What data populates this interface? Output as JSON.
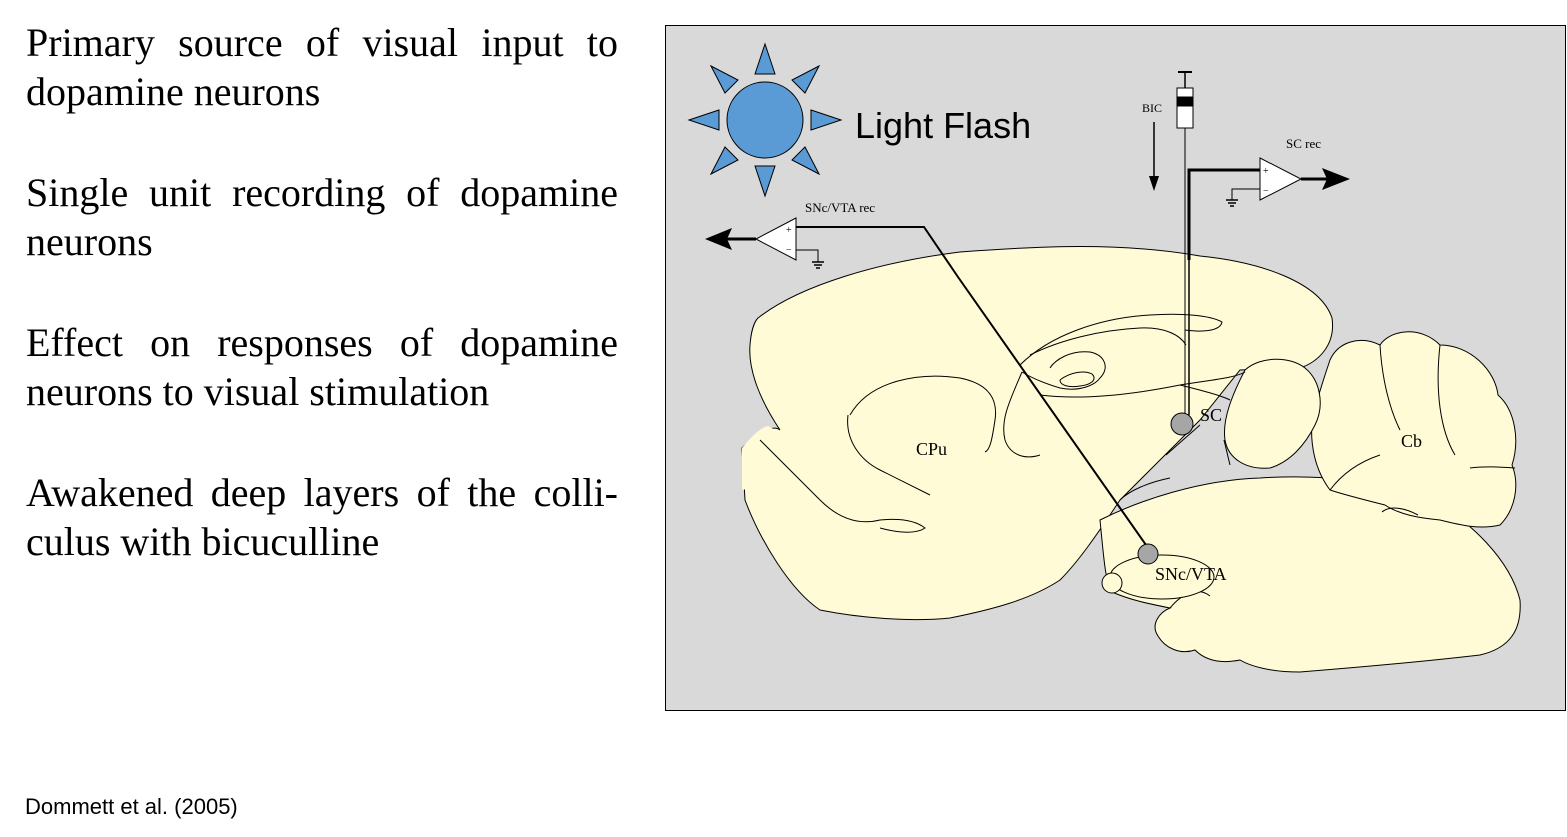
{
  "bullets": [
    "Primary source of visual input to dopamine neurons",
    "Single unit recording of dopamine neurons",
    "Effect on responses of dopamine neurons to visual stimulation",
    "Awakened deep layers of the colli-culus with bicuculline"
  ],
  "citation": "Dommett et al. (2005)",
  "diagram": {
    "stimulus_label": "Light Flash",
    "injection_label": "BIC",
    "sc_recording_label": "SC rec",
    "snc_recording_label": "SNc/VTA rec",
    "amp_plus": "+",
    "amp_minus": "−",
    "regions": {
      "cpu": "CPu",
      "sc": "SC",
      "cb": "Cb",
      "snc_vta": "SNc/VTA"
    },
    "colors": {
      "panel_background": "#d9d9d9",
      "brain_fill": "#fffbd6",
      "sun_fill": "#5b9bd5",
      "electrode_tip": "#a6a6a6"
    }
  }
}
